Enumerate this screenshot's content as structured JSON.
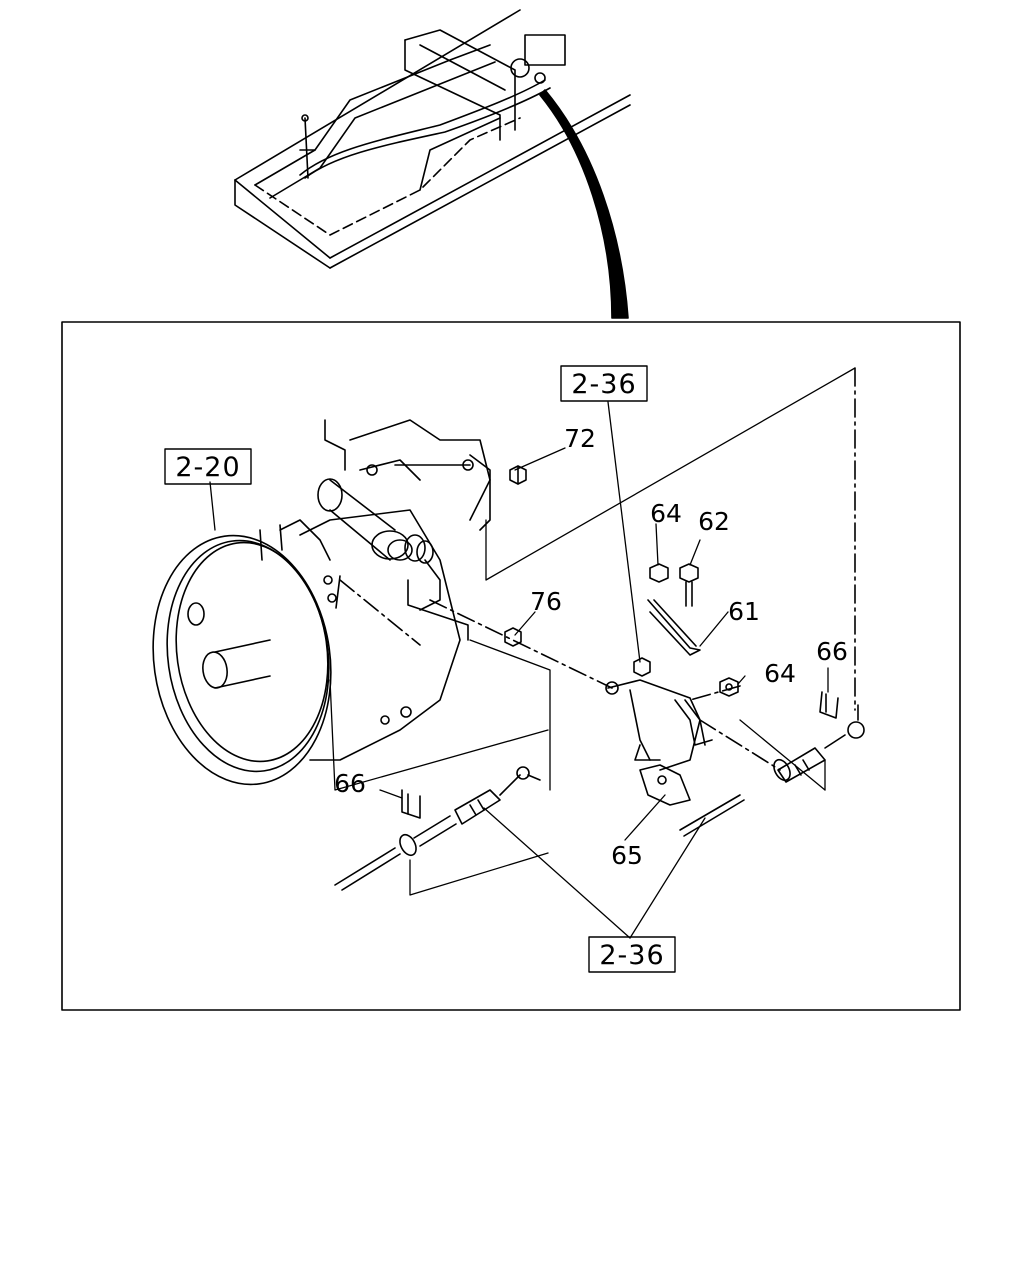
{
  "diagram": {
    "callouts": [
      {
        "id": "ref-2-20-top",
        "text": "2-20"
      },
      {
        "id": "ref-2-36-top",
        "text": "2-36"
      },
      {
        "id": "ref-2-36-bottom",
        "text": "2-36"
      }
    ],
    "part_numbers": [
      {
        "id": "part-72",
        "text": "72"
      },
      {
        "id": "part-64-upper",
        "text": "64"
      },
      {
        "id": "part-62",
        "text": "62"
      },
      {
        "id": "part-61",
        "text": "61"
      },
      {
        "id": "part-76",
        "text": "76"
      },
      {
        "id": "part-66-right",
        "text": "66"
      },
      {
        "id": "part-64-lower",
        "text": "64"
      },
      {
        "id": "part-66-left",
        "text": "66"
      },
      {
        "id": "part-65",
        "text": "65"
      }
    ]
  }
}
